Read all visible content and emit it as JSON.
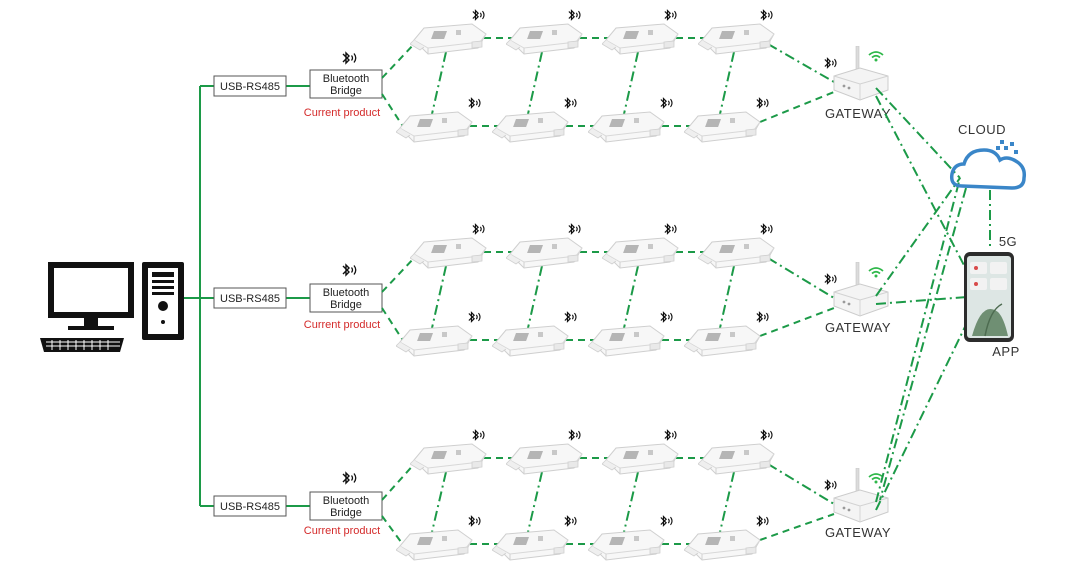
{
  "labels": {
    "converter": "USB-RS485",
    "bridge_line1": "Bluetooth",
    "bridge_line2": "Bridge",
    "current_product": "Current product",
    "gateway": "GATEWAY",
    "cloud": "CLOUD",
    "five_g": "5G",
    "app": "APP"
  },
  "colors": {
    "link_green": "#1c9a48",
    "highlight_red": "#d42a2a",
    "cloud_blue": "#3a86c8",
    "wifi_green": "#2fb84a"
  },
  "icons": [
    "computer-icon",
    "bluetooth-icon",
    "wifi-icon",
    "cloud-icon",
    "smartphone-icon",
    "sensor-device-icon",
    "gateway-icon"
  ]
}
